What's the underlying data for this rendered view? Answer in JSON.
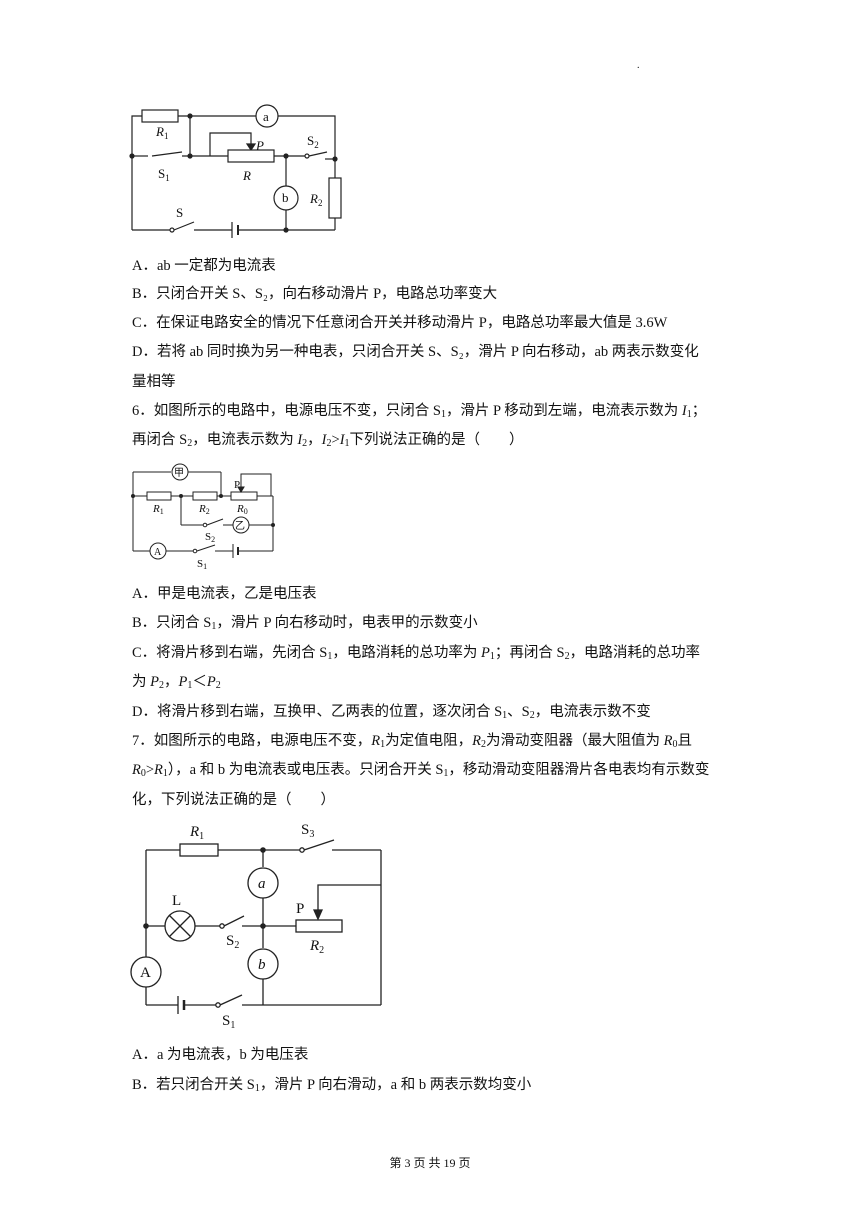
{
  "corner_mark": ".",
  "fig1": {
    "r1": "R",
    "r1_sub": "1",
    "a": "a",
    "s1": "S",
    "s1_sub": "1",
    "p": "P",
    "r": "R",
    "s2": "S",
    "s2_sub": "2",
    "b": "b",
    "r2": "R",
    "r2_sub": "2",
    "s": "S"
  },
  "q5": {
    "a": "A．ab 一定都为电流表",
    "b": "B．只闭合开关 S、S₂，向右移动滑片 P，电路总功率变大",
    "c": "C．在保证电路安全的情况下任意闭合开关并移动滑片 P，电路总功率最大值是 3.6W",
    "d1": "D．若将 ab 同时换为另一种电表，只闭合开关 S、S₂，滑片 P 向右移动，ab 两表示数变化",
    "d2": "量相等"
  },
  "q6": {
    "l1_a": "6．如图所示的电路中，电源电压不变，只闭合 S",
    "l1_b": "，滑片 P 移动到左端，电流表示数为 ",
    "l1_c": "；",
    "l2_a": "再闭合 S",
    "l2_b": "，电流表示数为 ",
    "l2_c": "，",
    "l2_d": "下列说法正确的是（　　）",
    "a": "A．甲是电流表，乙是电压表",
    "b_a": "B．只闭合 S",
    "b_b": "，滑片 P 向右移动时，电表甲的示数变小",
    "c_a": "C．将滑片移到右端，先闭合 S",
    "c_b": "，电路消耗的总功率为 ",
    "c_c": "；再闭合 S",
    "c_d": "，电路消耗的总功率",
    "c2_a": "为 ",
    "c2_b": "，",
    "d_a": "D．将滑片移到右端，互换甲、乙两表的位置，逐次闭合 S",
    "d_b": "、S",
    "d_c": "，电流表示数不变"
  },
  "fig2": {
    "jia": "甲",
    "r1": "R",
    "r1_sub": "1",
    "r2": "R",
    "r2_sub": "2",
    "p": "P",
    "r0": "R",
    "r0_sub": "0",
    "s2": "S",
    "s2_sub": "2",
    "yi": "乙",
    "a": "A",
    "s1": "S",
    "s1_sub": "1"
  },
  "q7": {
    "l1_a": "7．如图所示的电路，电源电压不变，",
    "l1_b": "为定值电阻，",
    "l1_c": "为滑动变阻器（最大阻值为 ",
    "l1_d": "且",
    "l2_a": "），a 和 b 为电流表或电压表。只闭合开关 S",
    "l2_b": "，移动滑动变阻器滑片各电表均有示数变",
    "l3": "化，下列说法正确的是（　　）",
    "a": "A．a 为电流表，b 为电压表",
    "b_a": "B．若只闭合开关 S",
    "b_b": "，滑片 P 向右滑动，a 和 b 两表示数均变小"
  },
  "fig3": {
    "r1": "R",
    "r1_sub": "1",
    "s3": "S",
    "s3_sub": "3",
    "a": "a",
    "l": "L",
    "p": "P",
    "s2": "S",
    "s2_sub": "2",
    "r2": "R",
    "r2_sub": "2",
    "am": "A",
    "b": "b",
    "s1": "S",
    "s1_sub": "1"
  },
  "footer": "第 3 页 共 19 页"
}
